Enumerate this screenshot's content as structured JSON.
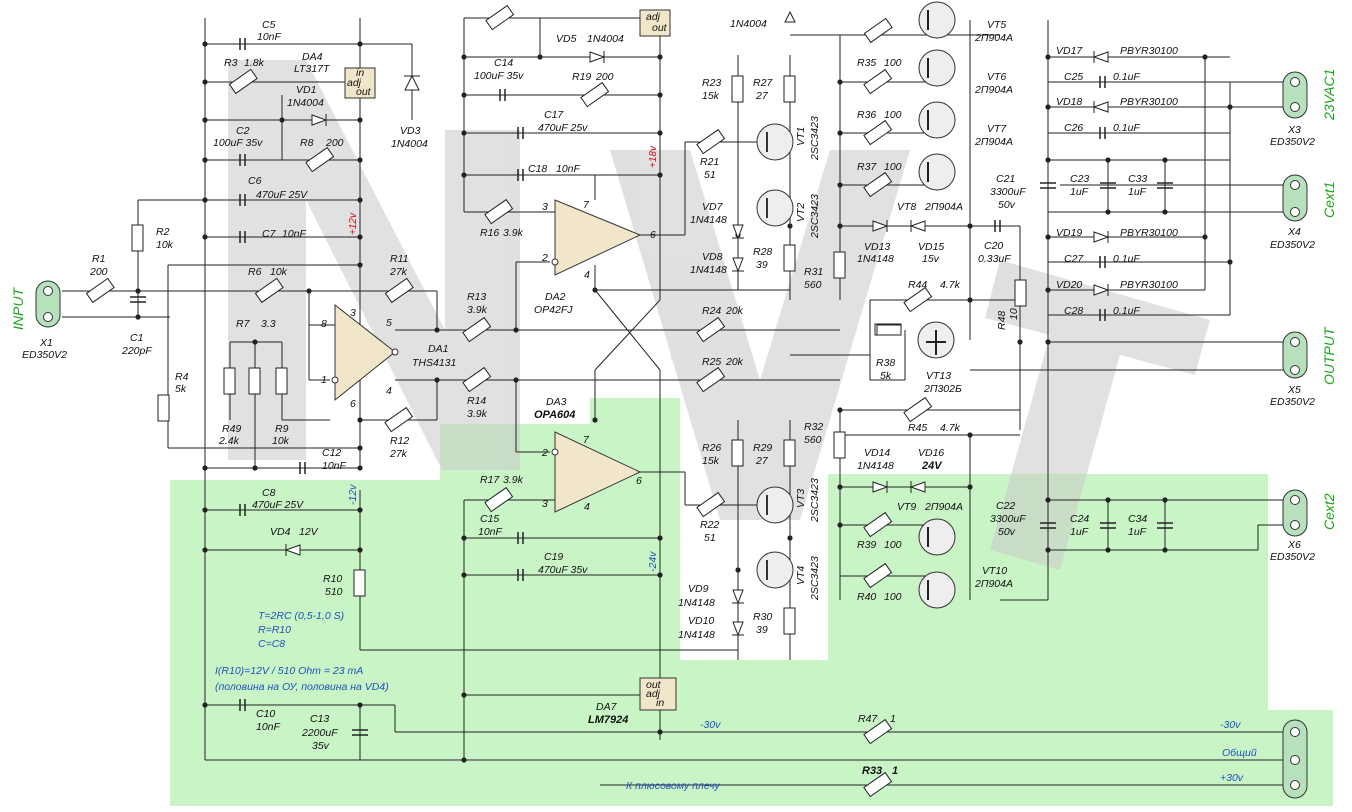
{
  "watermark": "NVT",
  "regions": {
    "base_color": "#ffffff",
    "highlight_color": "#c9f5c6",
    "ic_color": "#f1e6c9",
    "connector_color": "#b7e0bd"
  },
  "connectors": {
    "input": {
      "title": "INPUT",
      "ref": "X1",
      "part": "ED350V2"
    },
    "vac": {
      "title": "23VAC1",
      "ref": "X3",
      "part": "ED350V2"
    },
    "cext1": {
      "title": "Cext1",
      "ref": "X4",
      "part": "ED350V2"
    },
    "output": {
      "title": "OUTPUT",
      "ref": "X5",
      "part": "ED350V2"
    },
    "cext2": {
      "title": "Cext2",
      "ref": "X6",
      "part": "ED350V2"
    }
  },
  "ics": {
    "da4": {
      "ref": "DA4",
      "part": "LT317T",
      "pin_in": "in",
      "pin_adj": "adj",
      "pin_out": "out"
    },
    "da1": {
      "ref": "DA1",
      "part": "THS4131"
    },
    "da2": {
      "ref": "DA2",
      "part": "OP42FJ"
    },
    "da3": {
      "ref": "DA3",
      "part": "OPA604"
    },
    "da7": {
      "ref": "DA7",
      "part": "LM7924",
      "pin_in": "in",
      "pin_adj": "adj",
      "pin_out": "out"
    },
    "top_reg": {
      "pin_adj": "adj",
      "pin_out": "out"
    }
  },
  "pins": {
    "da1": [
      "8",
      "3",
      "5",
      "1",
      "4",
      "6"
    ],
    "da2": [
      "3",
      "2",
      "7",
      "6",
      "4"
    ],
    "da3": [
      "7",
      "2",
      "3",
      "6",
      "4"
    ]
  },
  "resistors": [
    {
      "ref": "R1",
      "val": "200"
    },
    {
      "ref": "R2",
      "val": "10k"
    },
    {
      "ref": "R3",
      "val": "1.8k"
    },
    {
      "ref": "R4",
      "val": "5k"
    },
    {
      "ref": "R6",
      "val": "10k"
    },
    {
      "ref": "R7",
      "val": "3.3"
    },
    {
      "ref": "R8",
      "val": "200"
    },
    {
      "ref": "R9",
      "val": "10k"
    },
    {
      "ref": "R10",
      "val": "510"
    },
    {
      "ref": "R11",
      "val": "27k"
    },
    {
      "ref": "R12",
      "val": "27k"
    },
    {
      "ref": "R13",
      "val": "3.9k"
    },
    {
      "ref": "R14",
      "val": "3.9k"
    },
    {
      "ref": "R16",
      "val": "3.9k"
    },
    {
      "ref": "R17",
      "val": "3.9k"
    },
    {
      "ref": "R19",
      "val": "200"
    },
    {
      "ref": "R21",
      "val": "51"
    },
    {
      "ref": "R22",
      "val": "51"
    },
    {
      "ref": "R23",
      "val": "15k"
    },
    {
      "ref": "R24",
      "val": "20k"
    },
    {
      "ref": "R25",
      "val": "20k"
    },
    {
      "ref": "R26",
      "val": "15k"
    },
    {
      "ref": "R27",
      "val": "27"
    },
    {
      "ref": "R28",
      "val": "39"
    },
    {
      "ref": "R29",
      "val": "27"
    },
    {
      "ref": "R30",
      "val": "39"
    },
    {
      "ref": "R31",
      "val": "560"
    },
    {
      "ref": "R32",
      "val": "560"
    },
    {
      "ref": "R33",
      "val": "1"
    },
    {
      "ref": "R35",
      "val": "100"
    },
    {
      "ref": "R36",
      "val": "100"
    },
    {
      "ref": "R37",
      "val": "100"
    },
    {
      "ref": "R38",
      "val": "5k"
    },
    {
      "ref": "R39",
      "val": "100"
    },
    {
      "ref": "R40",
      "val": "100"
    },
    {
      "ref": "R44",
      "val": "4.7k"
    },
    {
      "ref": "R45",
      "val": "4.7k"
    },
    {
      "ref": "R47",
      "val": "1"
    },
    {
      "ref": "R48",
      "val": "10"
    },
    {
      "ref": "R49",
      "val": "2.4k"
    }
  ],
  "capacitors": [
    {
      "ref": "C1",
      "val": "220pF"
    },
    {
      "ref": "C2",
      "val": "100uF  35v"
    },
    {
      "ref": "C5",
      "val": "10nF"
    },
    {
      "ref": "C6",
      "val": "470uF 25V"
    },
    {
      "ref": "C7",
      "val": "10nF"
    },
    {
      "ref": "C8",
      "val": "470uF  25V"
    },
    {
      "ref": "C10",
      "val": "10nF"
    },
    {
      "ref": "C12",
      "val": "10nF"
    },
    {
      "ref": "C13",
      "val": "2200uF"
    },
    {
      "ref": "C13v",
      "val": "35v"
    },
    {
      "ref": "C14",
      "val": "100uF  35v"
    },
    {
      "ref": "C15",
      "val": "10nF"
    },
    {
      "ref": "C17",
      "val": "470uF  25v"
    },
    {
      "ref": "C18",
      "val": "10nF"
    },
    {
      "ref": "C19",
      "val": "470uF  35v"
    },
    {
      "ref": "C20",
      "val": "0.33uF"
    },
    {
      "ref": "C21",
      "val": "3300uF"
    },
    {
      "ref": "C21v",
      "val": "50v"
    },
    {
      "ref": "C22",
      "val": "3300uF"
    },
    {
      "ref": "C22v",
      "val": "50v"
    },
    {
      "ref": "C23",
      "val": "1uF"
    },
    {
      "ref": "C24",
      "val": "1uF"
    },
    {
      "ref": "C25",
      "val": "0.1uF"
    },
    {
      "ref": "C26",
      "val": "0.1uF"
    },
    {
      "ref": "C27",
      "val": "0.1uF"
    },
    {
      "ref": "C28",
      "val": "0.1uF"
    },
    {
      "ref": "C33",
      "val": "1uF"
    },
    {
      "ref": "C34",
      "val": "1uF"
    }
  ],
  "diodes": [
    {
      "ref": "VD1",
      "val": "1N4004"
    },
    {
      "ref": "VD3",
      "val": "1N4004"
    },
    {
      "ref": "VD4",
      "val": "12V"
    },
    {
      "ref": "VD5",
      "val": "1N4004"
    },
    {
      "ref": "VD7",
      "val": "1N4148"
    },
    {
      "ref": "VD8",
      "val": "1N4148"
    },
    {
      "ref": "VD9",
      "val": "1N4148"
    },
    {
      "ref": "VD10",
      "val": "1N4148"
    },
    {
      "ref": "VD13",
      "val": "1N4148"
    },
    {
      "ref": "VD14",
      "val": "1N4148"
    },
    {
      "ref": "VD15",
      "val": "15v"
    },
    {
      "ref": "VD16",
      "val": "24V"
    },
    {
      "ref": "VD17",
      "val": "PBYR30100"
    },
    {
      "ref": "VD18",
      "val": "PBYR30100"
    },
    {
      "ref": "VD19",
      "val": "PBYR30100"
    },
    {
      "ref": "VD20",
      "val": "PBYR30100"
    },
    {
      "ref": "top",
      "val": "1N4004"
    }
  ],
  "transistors": [
    {
      "ref": "VT1",
      "val": "2SC3423"
    },
    {
      "ref": "VT2",
      "val": "2SC3423"
    },
    {
      "ref": "VT3",
      "val": "2SC3423"
    },
    {
      "ref": "VT4",
      "val": "2SC3423"
    },
    {
      "ref": "VT5",
      "val": "2П904А"
    },
    {
      "ref": "VT6",
      "val": "2П904А"
    },
    {
      "ref": "VT7",
      "val": "2П904А"
    },
    {
      "ref": "VT8",
      "val": "2П904А"
    },
    {
      "ref": "VT9",
      "val": "2П904А"
    },
    {
      "ref": "VT10",
      "val": "2П904А"
    },
    {
      "ref": "VT13",
      "val": "2П302Б"
    }
  ],
  "rails": {
    "p12": "+12v",
    "p18": "+18v",
    "m12": "-12v",
    "m24": "-24v"
  },
  "notes": {
    "t": "T=2RC (0,5-1,0 S)",
    "r": "R=R10",
    "c": "C=C8",
    "current": "I(R10)=12V / 510 Ohm = 23 mA",
    "half": "(половина на ОУ, половина на VD4)"
  },
  "bus": {
    "m30_left": "-30v",
    "m30_right": "-30v",
    "common": "Общий",
    "plus_arm": "К плюсовому плечу",
    "p30": "+30v"
  }
}
